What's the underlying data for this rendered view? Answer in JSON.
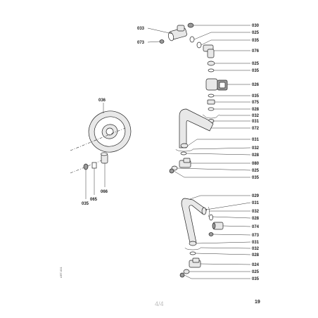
{
  "page": {
    "page_label": "4/4",
    "page_number": "19",
    "side_code": "ART-001"
  },
  "callouts": {
    "c033": "033",
    "c073a": "073",
    "c030": "030",
    "c025a": "025",
    "c035a": "035",
    "c076": "076",
    "c025b": "025",
    "c035b": "035",
    "c026": "026",
    "c035c": "035",
    "c075": "075",
    "c028a": "028",
    "c032a": "032",
    "c031a": "031",
    "c072": "072",
    "c031b": "031",
    "c032b": "032",
    "c028b": "028",
    "c080": "080",
    "c025c": "025",
    "c035d": "035",
    "c029": "029",
    "c031c": "031",
    "c032c": "032",
    "c028c": "028",
    "c074": "074",
    "c073b": "073",
    "c031d": "031",
    "c032d": "032",
    "c028d": "028",
    "c024": "024",
    "c025d": "025",
    "c035e": "035",
    "c036": "036",
    "c035f": "035",
    "c065": "065",
    "c066": "066"
  }
}
